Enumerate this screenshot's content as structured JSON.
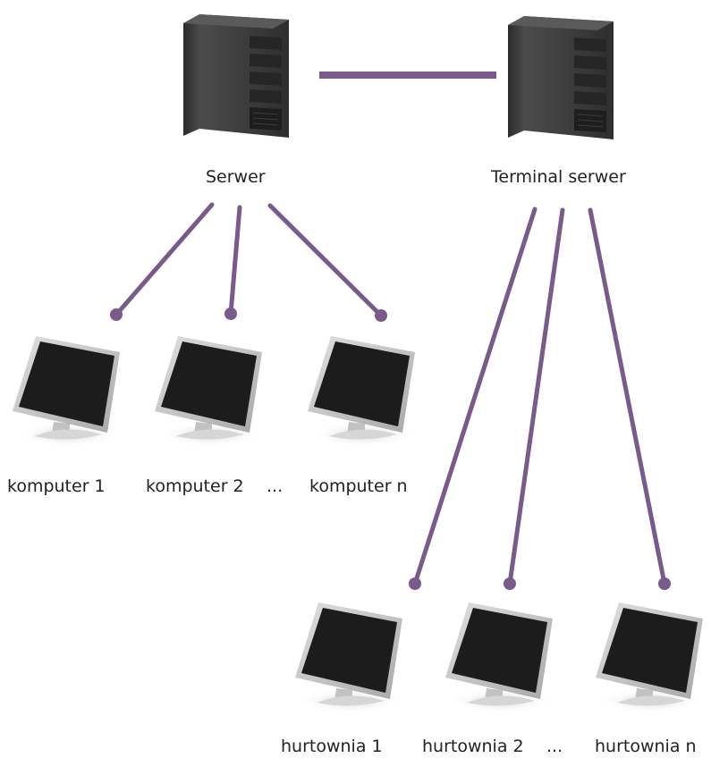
{
  "colors": {
    "connector": "#7a5a8a",
    "server_body": "#3a3a3a",
    "screen": "#1c1c1c",
    "monitor_frame": "#c9c9c9",
    "background": "#ffffff"
  },
  "nodes": {
    "server": {
      "label": "Serwer",
      "icon": "server-tower-icon"
    },
    "terminal_server": {
      "label": "Terminal serwer",
      "icon": "server-tower-icon"
    }
  },
  "clients": [
    {
      "label": "komputer 1",
      "icon": "monitor-icon"
    },
    {
      "label": "komputer 2",
      "icon": "monitor-icon"
    },
    {
      "label": "komputer n",
      "icon": "monitor-icon"
    }
  ],
  "terminal_clients": [
    {
      "label": "hurtownia 1",
      "icon": "monitor-icon"
    },
    {
      "label": "hurtownia 2",
      "icon": "monitor-icon"
    },
    {
      "label": "hurtownia n",
      "icon": "monitor-icon"
    }
  ],
  "ellipsis": "..."
}
